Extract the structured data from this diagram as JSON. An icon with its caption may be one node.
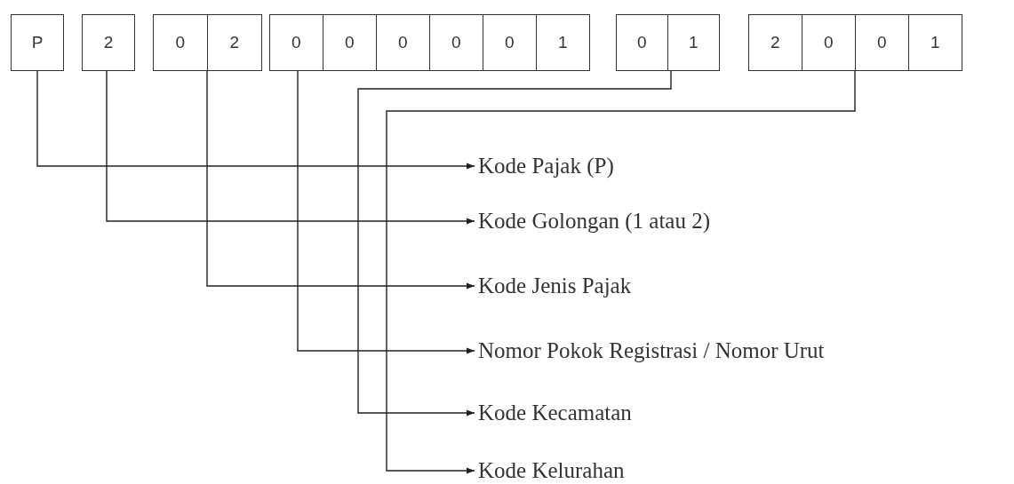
{
  "diagram": {
    "nodes": [
      {
        "text": [
          "P"
        ]
      },
      {
        "text": [
          "2"
        ]
      },
      {
        "text": [],
        "shape": "box"
      },
      {
        "text": [
          "0"
        ],
        "in": 2
      },
      {
        "text": [
          "2"
        ],
        "in": 2
      },
      {
        "text": [],
        "shape": "box"
      },
      {
        "text": [
          "0"
        ],
        "in": 5
      },
      {
        "text": [
          "0"
        ],
        "in": 5
      },
      {
        "text": [
          "0"
        ],
        "in": 5
      },
      {
        "text": [
          "0"
        ],
        "in": 5
      },
      {
        "text": [
          "0"
        ],
        "in": 5
      },
      {
        "text": [
          "1"
        ],
        "in": 5
      },
      {
        "text": [],
        "shape": "box"
      },
      {
        "text": [
          "0"
        ],
        "in": 12
      },
      {
        "text": [
          "1"
        ],
        "in": 12
      },
      {
        "text": [],
        "shape": "box"
      },
      {
        "text": [
          "2"
        ],
        "in": 15
      },
      {
        "text": [
          "0"
        ],
        "in": 15
      },
      {
        "text": [
          "0"
        ],
        "in": 15
      },
      {
        "text": [
          "1"
        ],
        "in": 15
      },
      {
        "text": [
          "Kode Pajak (P)"
        ]
      },
      {
        "text": [
          "Kode Golongan (1 atau 2)"
        ]
      },
      {
        "text": [
          "Kode Jenis Pajak"
        ]
      },
      {
        "text": [
          "Nomor Pokok Registrasi / Nomor Urut"
        ]
      },
      {
        "text": [
          "Kode Kecamatan"
        ]
      },
      {
        "text": [
          "Kode Kelurahan"
        ]
      }
    ],
    "edges": [
      {
        "from": 0,
        "to": 20,
        "arrow": "to"
      },
      {
        "from": 1,
        "to": 21,
        "arrow": "to"
      },
      {
        "from": 2,
        "to": 22,
        "arrow": "to"
      },
      {
        "from": 5,
        "to": 23,
        "arrow": "to"
      },
      {
        "from": 12,
        "to": 24,
        "arrow": "to"
      },
      {
        "from": 15,
        "to": 25,
        "arrow": "to"
      }
    ]
  }
}
